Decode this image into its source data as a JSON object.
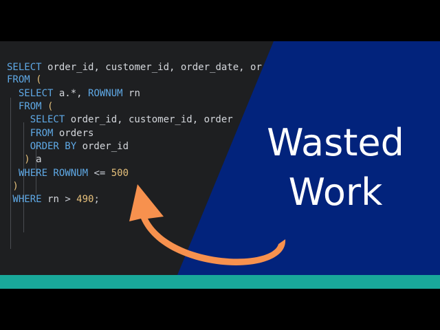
{
  "thumbnail": {
    "title_lines": [
      "Wasted",
      "Work"
    ],
    "code_lines": [
      [
        [
          "kw",
          "SELECT "
        ],
        [
          "id",
          "order_id, customer_id, order_date, or"
        ]
      ],
      [
        [
          "kw",
          "FROM "
        ],
        [
          "pn",
          "("
        ]
      ],
      [
        [
          "kw",
          "  SELECT "
        ],
        [
          "id",
          "a.*, "
        ],
        [
          "kw",
          "ROWNUM "
        ],
        [
          "id",
          "rn"
        ]
      ],
      [
        [
          "kw",
          "  FROM "
        ],
        [
          "pn",
          "("
        ]
      ],
      [
        [
          "kw",
          "    SELECT "
        ],
        [
          "id",
          "order_id, customer_id, order"
        ]
      ],
      [
        [
          "kw",
          "    FROM "
        ],
        [
          "id",
          "orders"
        ]
      ],
      [
        [
          "kw",
          "    ORDER BY "
        ],
        [
          "id",
          "order_id"
        ]
      ],
      [
        [
          "pn",
          "   ) "
        ],
        [
          "id",
          "a"
        ]
      ],
      [
        [
          "kw",
          "  WHERE ROWNUM "
        ],
        [
          "op",
          "<= "
        ],
        [
          "num",
          "500"
        ]
      ],
      [
        [
          "pn",
          " )"
        ]
      ],
      [
        [
          "kw",
          " WHERE "
        ],
        [
          "id",
          "rn "
        ],
        [
          "op",
          "> "
        ],
        [
          "num",
          "490"
        ],
        [
          "op",
          ";"
        ]
      ]
    ],
    "colors": {
      "editor_bg": "#1e1f21",
      "panel_blue": "#02237c",
      "arrow_orange": "#f7914e",
      "stripe_teal": "#19a89a",
      "keyword": "#5fa9e6",
      "paren": "#e5c07b",
      "number": "#e6c07b"
    },
    "icons": {
      "arrow": "curved-arrow-icon"
    }
  }
}
